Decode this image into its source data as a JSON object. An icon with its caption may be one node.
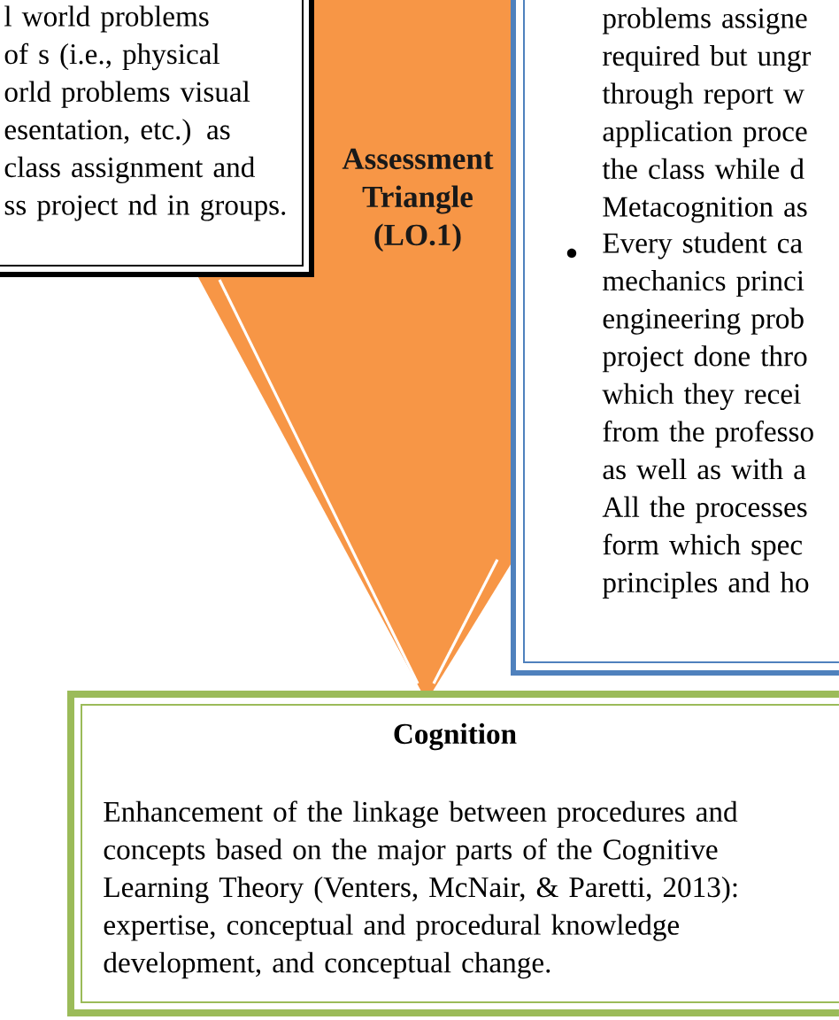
{
  "diagram": {
    "nodes": [
      {
        "text": [
          "l world problems of s (i.e., physical orld problems visual esentation, etc.)  as class assignment and ss project nd in groups."
        ]
      },
      {
        "text": [
          "Assessment Triangle (LO.1)"
        ]
      },
      {
        "text": [
          "problems assigne required but ungr through report w application proce the class while d Metacognition as",
          "Every student ca mechanics princi engineering prob project done thro which they recei from the professo as well as with a All the processes form which spec principles and ho"
        ]
      },
      {
        "text": [
          "Cognition",
          "Enhancement of the linkage between procedures and concepts based on the major parts of the Cognitive Learning Theory (Venters, McNair, & Paretti, 2013): expertise, conceptual and procedural knowledge development, and conceptual change."
        ]
      }
    ]
  }
}
